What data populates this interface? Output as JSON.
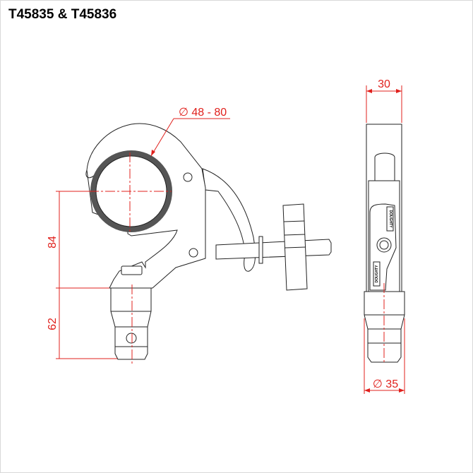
{
  "title": "T45835 & T45836",
  "dimensions": {
    "tube_diameter": "48 - 80",
    "height_upper": "84",
    "height_spigot": "62",
    "width": "30",
    "spigot_diameter": "35"
  },
  "symbols": {
    "diameter": "∅"
  },
  "logo_text": "DOUGHTY",
  "colors": {
    "dimension": "#e0201c",
    "line": "#222222",
    "tube": "#555555"
  }
}
